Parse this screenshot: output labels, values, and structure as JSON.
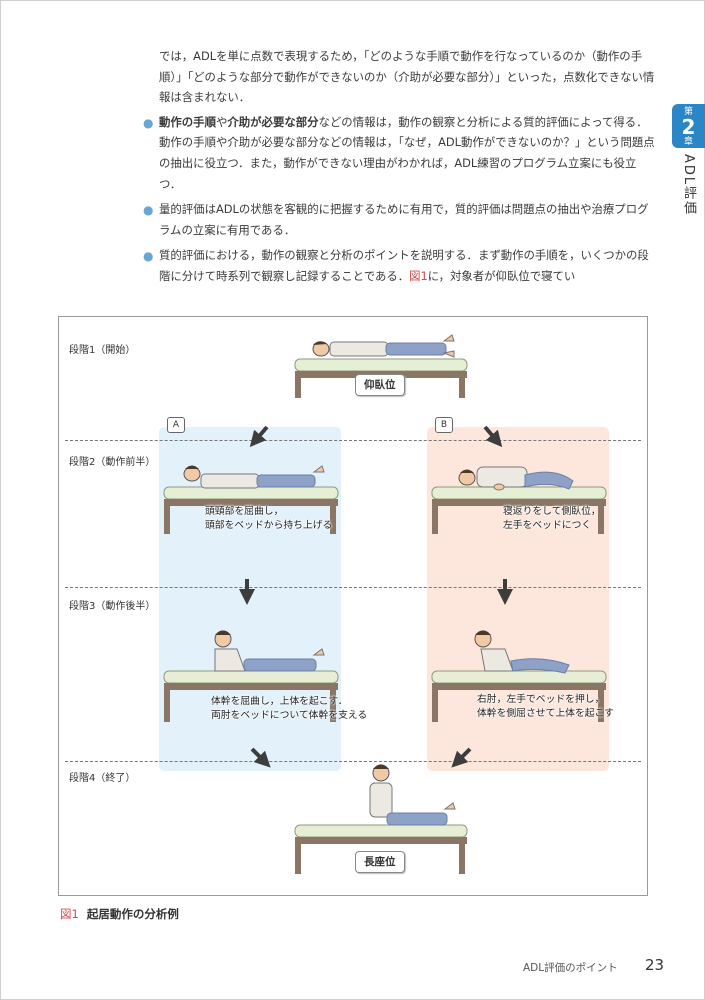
{
  "chapter": {
    "prefix": "第",
    "number": "2",
    "suffix": "章",
    "title": "ADL評価",
    "accent": "#2b86c5"
  },
  "body": {
    "intro": "では，ADLを単に点数で表現するため，「どのような手順で動作を行なっているのか（動作の手順）」「どのような部分で動作ができないのか（介助が必要な部分）」といった，点数化できない情報は含まれない．",
    "bullet1_bold1": "動作の手順",
    "bullet1_mid": "や",
    "bullet1_bold2": "介助が必要な部分",
    "bullet1_rest": "などの情報は，動作の観察と分析による質的評価によって得る．動作の手順や介助が必要な部分などの情報は，「なぜ，ADL動作ができないのか？」という問題点の抽出に役立つ．また，動作ができない理由がわかれば，ADL練習のプログラム立案にも役立つ．",
    "bullet2": "量的評価はADLの状態を客観的に把握するために有用で，質的評価は問題点の抽出や治療プログラムの立案に有用である．",
    "bullet3_a": "質的評価における，動作の観察と分析のポイントを説明する．まず動作の手順を，いくつかの段階に分けて時系列で観察し記録することである．",
    "bullet3_ref": "図1",
    "bullet3_b": "に，対象者が仰臥位で寝てい"
  },
  "figure": {
    "stages": [
      "段階1（開始）",
      "段階2（動作前半）",
      "段階3（動作後半）",
      "段階4（終了）"
    ],
    "lane_tags": [
      "A",
      "B"
    ],
    "start_label": "仰臥位",
    "end_label": "長座位",
    "notes": {
      "a2_line1": "頭頸部を屈曲し，",
      "a2_line2": "頭部をベッドから持ち上げる",
      "b2_line1": "寝返りをして側臥位，",
      "b2_line2": "左手をベッドにつく",
      "a3_line1": "体幹を屈曲し，上体を起こす．",
      "a3_line2": "両肘をベッドについて体幹を支える",
      "b3_line1": "右肘，左手でベッドを押し，",
      "b3_line2": "体幹を側屈させて上体を起こす"
    },
    "colors": {
      "lane_a": "#e3f1fb",
      "lane_b": "#fde7dc",
      "mattress": "#e7eed6",
      "bed_frame": "#8b7565",
      "arrow": "#3d3d3d"
    }
  },
  "figure_caption": {
    "number": "図1",
    "title": "起居動作の分析例"
  },
  "footer": {
    "title": "ADL評価のポイント",
    "page": "23"
  }
}
